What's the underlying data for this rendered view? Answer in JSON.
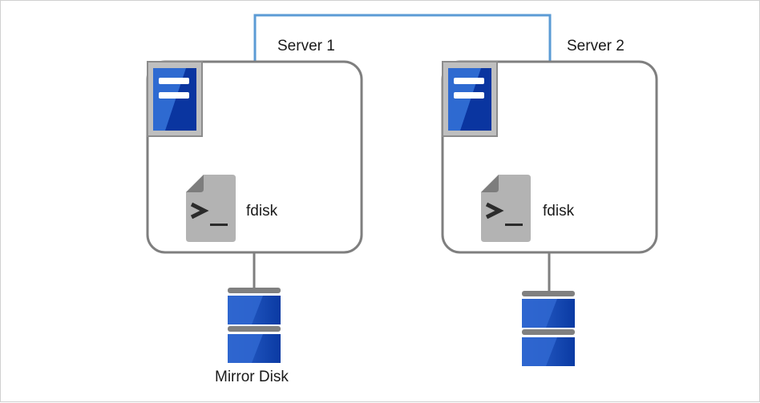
{
  "servers": [
    {
      "name": "Server 1",
      "command": "fdisk"
    },
    {
      "name": "Server 2",
      "command": "fdisk"
    }
  ],
  "disk_label": "Mirror Disk",
  "colors": {
    "network_line": "#5b9bd5",
    "box_border": "#7f7f7f",
    "server_icon_frame": "#a6a6a6",
    "server_icon_dark": "#0a35a0",
    "server_icon_light": "#2e6ad1",
    "file_icon": "#b3b3b3",
    "disk_separator": "#808080",
    "connector": "#7f7f7f"
  },
  "icons": [
    "server-icon",
    "terminal-file-icon",
    "disk-icon"
  ]
}
